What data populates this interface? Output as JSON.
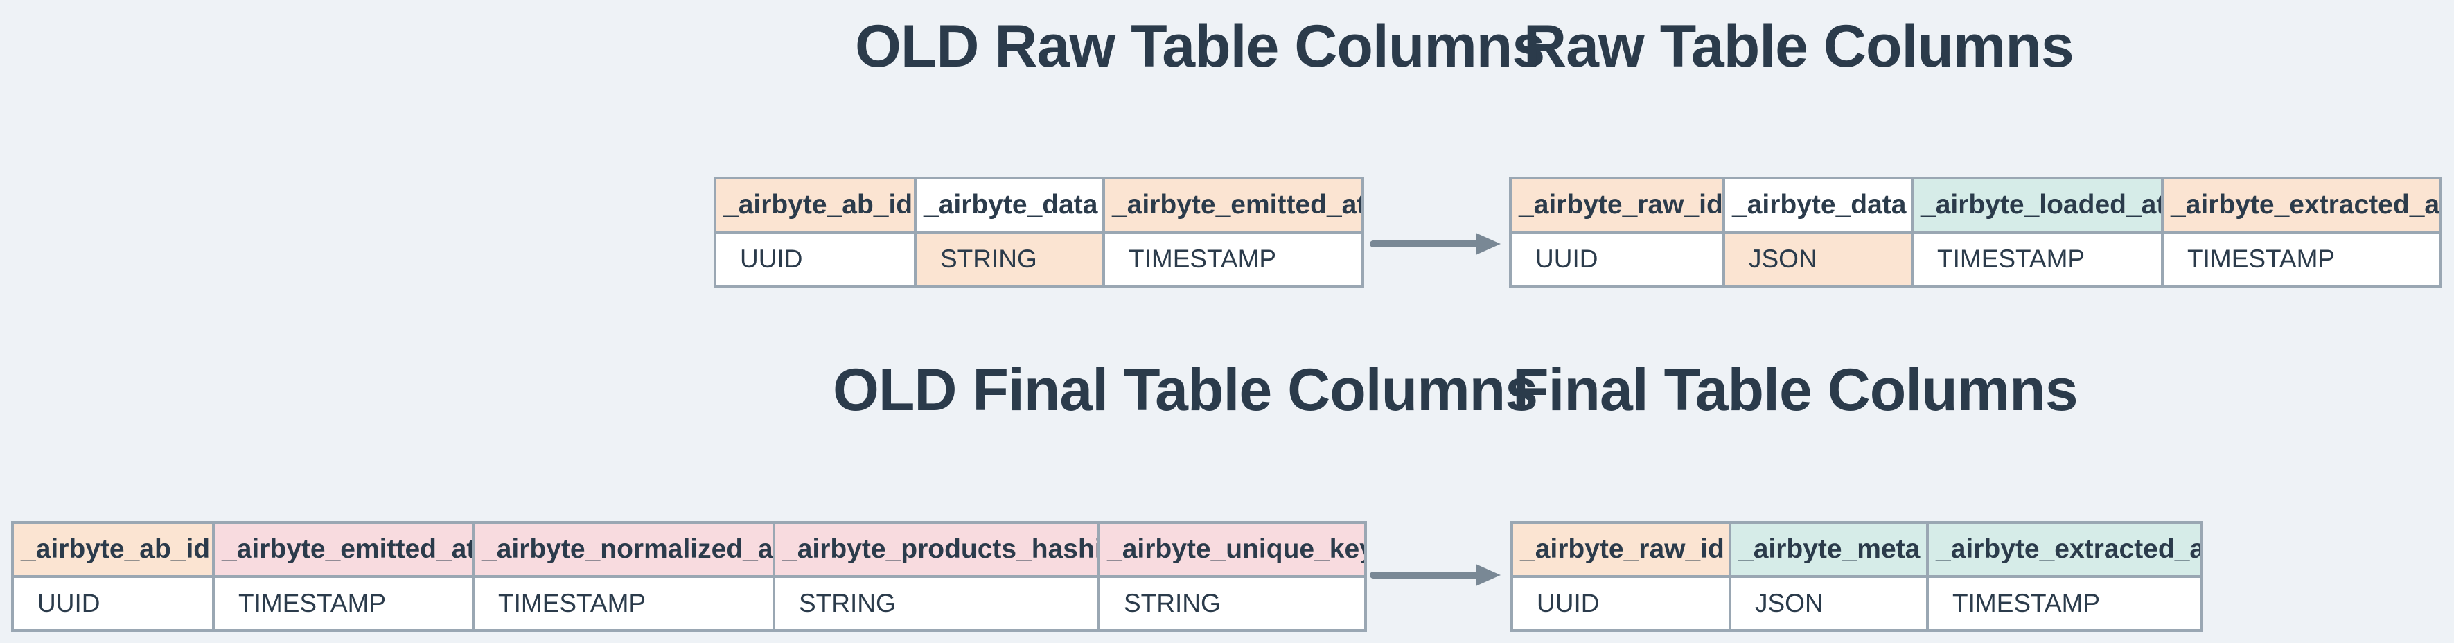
{
  "palette": {
    "background": "#eef2f6",
    "border": "#9aa7b3",
    "arrow": "#798895",
    "peach": "#fbe4d2",
    "pink": "#f8dbdf",
    "teal": "#d6ece8",
    "cell_white": "#ffffff",
    "text": "#2b3b4b"
  },
  "sections": {
    "old_raw": {
      "title": "OLD Raw Table Columns",
      "columns": [
        {
          "name": "_airbyte_ab_id",
          "type": "UUID",
          "header_bg": "peach",
          "type_bg": "white"
        },
        {
          "name": "_airbyte_data",
          "type": "STRING",
          "header_bg": "white",
          "type_bg": "peach"
        },
        {
          "name": "_airbyte_emitted_at",
          "type": "TIMESTAMP",
          "header_bg": "peach",
          "type_bg": "white"
        }
      ]
    },
    "new_raw": {
      "title": "Raw Table Columns",
      "columns": [
        {
          "name": "_airbyte_raw_id",
          "type": "UUID",
          "header_bg": "peach",
          "type_bg": "white"
        },
        {
          "name": "_airbyte_data",
          "type": "JSON",
          "header_bg": "white",
          "type_bg": "peach"
        },
        {
          "name": "_airbyte_loaded_at",
          "type": "TIMESTAMP",
          "header_bg": "teal",
          "type_bg": "white"
        },
        {
          "name": "_airbyte_extracted_at",
          "type": "TIMESTAMP",
          "header_bg": "peach",
          "type_bg": "white"
        }
      ]
    },
    "old_final": {
      "title": "OLD Final Table Columns",
      "columns": [
        {
          "name": "_airbyte_ab_id",
          "type": "UUID",
          "header_bg": "peach",
          "type_bg": "white"
        },
        {
          "name": "_airbyte_emitted_at",
          "type": "TIMESTAMP",
          "header_bg": "pink",
          "type_bg": "white"
        },
        {
          "name": "_airbyte_normalized_at",
          "type": "TIMESTAMP",
          "header_bg": "pink",
          "type_bg": "white"
        },
        {
          "name": "_airbyte_products_hashid",
          "type": "STRING",
          "header_bg": "pink",
          "type_bg": "white"
        },
        {
          "name": "_airbyte_unique_key",
          "type": "STRING",
          "header_bg": "pink",
          "type_bg": "white"
        }
      ]
    },
    "new_final": {
      "title": "Final Table Columns",
      "columns": [
        {
          "name": "_airbyte_raw_id",
          "type": "UUID",
          "header_bg": "peach",
          "type_bg": "white"
        },
        {
          "name": "_airbyte_meta",
          "type": "JSON",
          "header_bg": "teal",
          "type_bg": "white"
        },
        {
          "name": "_airbyte_extracted_at",
          "type": "TIMESTAMP",
          "header_bg": "teal",
          "type_bg": "white"
        }
      ]
    }
  }
}
